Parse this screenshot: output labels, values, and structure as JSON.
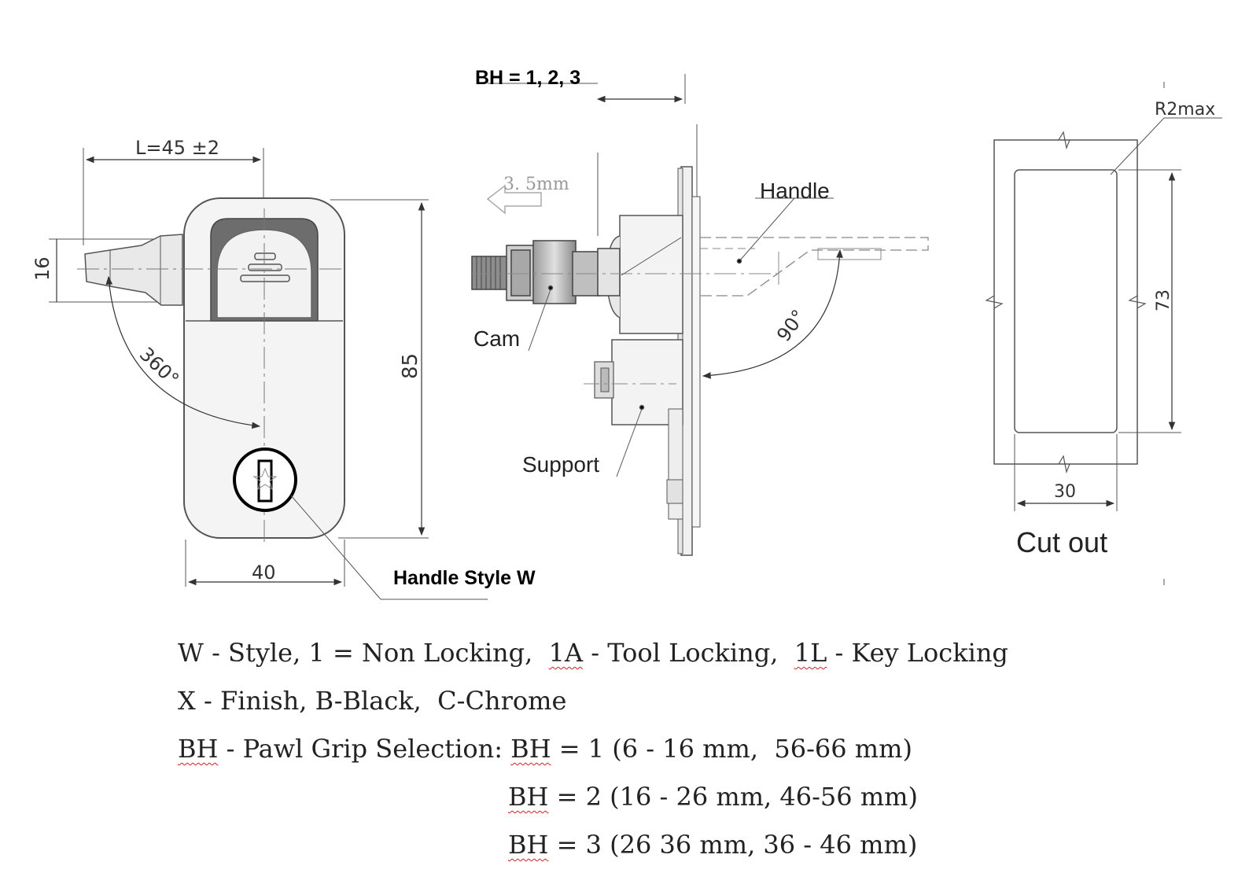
{
  "labels": {
    "bh_header": "BH = 1, 2, 3",
    "length": "L=45 ±2",
    "dim_16": "16",
    "dim_85": "85",
    "dim_40": "40",
    "rotation_360": "360°",
    "offset_35": "3. 5mm",
    "handle": "Handle",
    "cam": "Cam",
    "rotation_90": "90°",
    "support": "Support",
    "handle_style": "Handle Style  W",
    "r2max": "R2max",
    "dim_73": "73",
    "dim_30": "30",
    "cut_out": "Cut out"
  },
  "notes": {
    "line1": {
      "a": "W - Style, 1 = Non Locking,  ",
      "b": "1A",
      "c": " - Tool Locking,  ",
      "d": "1L",
      "e": " - Key Locking"
    },
    "line2": "X - Finish, B-Black,  C-Chrome",
    "line3": {
      "a": "BH",
      "b": " - Pawl Grip Selection: ",
      "c": "BH",
      "d": " = 1 (6 - 16 mm,  56-66 mm)"
    },
    "line4": {
      "a": "BH",
      "b": " = 2 (16 - 26 mm, 46-56 mm)"
    },
    "line5": {
      "a": "BH",
      "b": " = 3 (26 36 mm, 36 - 46 mm)"
    }
  },
  "colors": {
    "line": "#555555",
    "face": "#f3f3f3",
    "shade": "#c8c8c8",
    "dark": "#707070",
    "underline": "#d02020"
  }
}
